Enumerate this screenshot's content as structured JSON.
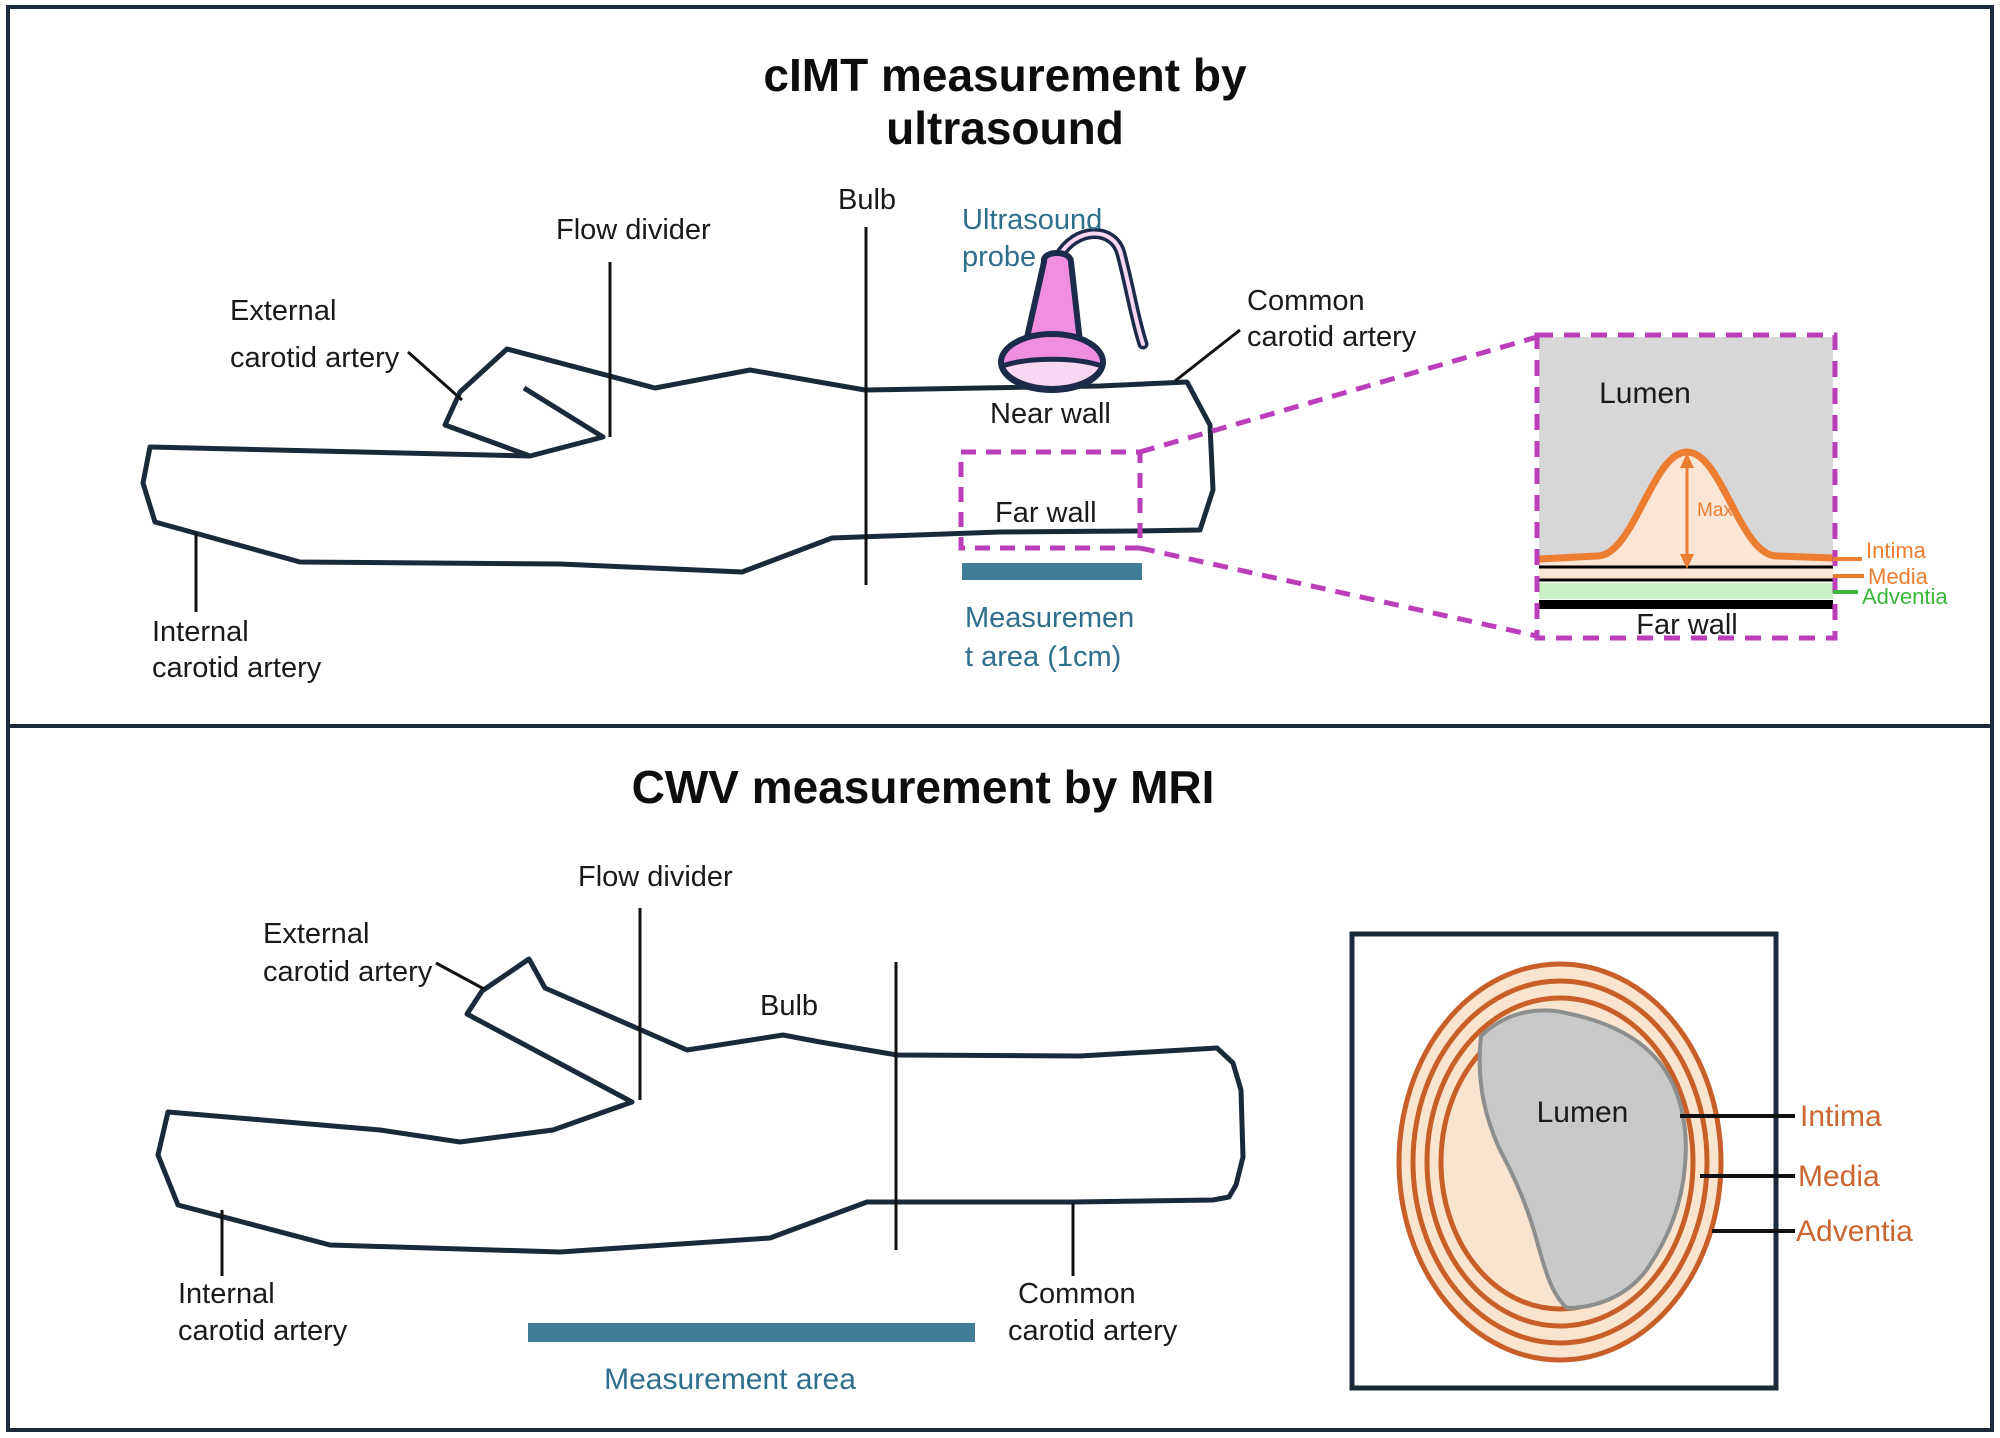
{
  "top_panel": {
    "title_line1": "cIMT measurement by",
    "title_line2": "ultrasound",
    "flow_divider": "Flow divider",
    "external_carotid_line1": "External",
    "external_carotid_line2": "carotid artery",
    "bulb": "Bulb",
    "probe_line1": "Ultrasound",
    "probe_line2": "probe",
    "common_carotid_line1": "Common",
    "common_carotid_line2": "carotid artery",
    "near_wall": "Near wall",
    "far_wall": "Far wall",
    "internal_carotid_line1": "Internal",
    "internal_carotid_line2": "carotid artery",
    "measurement_line1": "Measuremen",
    "measurement_line2": "t area (1cm)",
    "inset": {
      "lumen": "Lumen",
      "max": "Max",
      "intima": "Intima",
      "media": "Media",
      "adventia": "Adventia",
      "far_wall": "Far wall"
    }
  },
  "bottom_panel": {
    "title": "CWV measurement by MRI",
    "flow_divider": "Flow divider",
    "external_carotid_line1": "External",
    "external_carotid_line2": "carotid artery",
    "bulb": "Bulb",
    "internal_carotid_line1": "Internal",
    "internal_carotid_line2": "carotid artery",
    "common_carotid_line1": "Common",
    "common_carotid_line2": "carotid artery",
    "measurement_area": "Measurement area",
    "inset": {
      "lumen": "Lumen",
      "intima": "Intima",
      "media": "Media",
      "adventia": "Adventia"
    }
  },
  "colors": {
    "outline_navy": "#1b2a3a",
    "teal_text": "#2e6f8e",
    "teal_bar": "#417d99",
    "magenta_dash": "#bb3eba",
    "probe_pink": "#f08fe2",
    "probe_pink_light": "#f9d7f3",
    "orange": "#ed7d31",
    "peach": "#fbe5d4",
    "green_label": "#3cb83c",
    "green_strip": "#c9f0c4",
    "ring_orange": "#c95f28",
    "ring_peach": "#f9e4cf",
    "lumen_gray": "#d7d7d7",
    "blob_gray": "#c8cac9"
  }
}
